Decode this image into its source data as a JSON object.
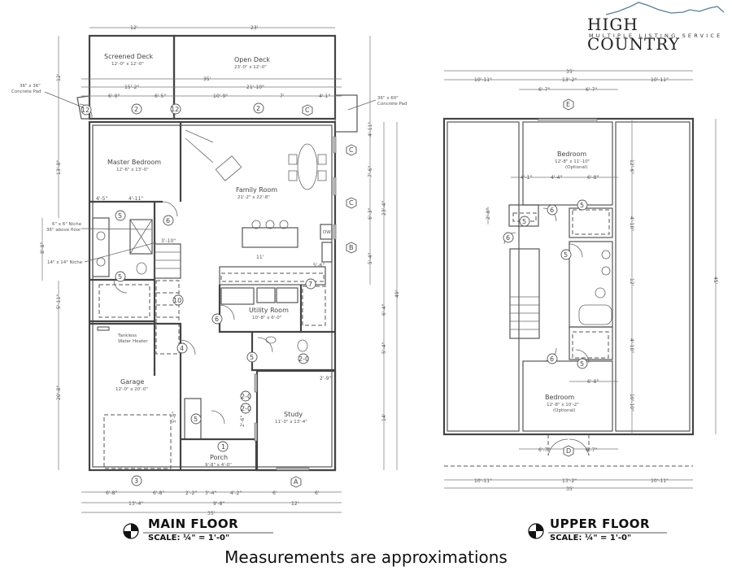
{
  "logo": {
    "title": "HIGH COUNTRY",
    "subtitle": "MULTIPLE LISTING SERVICE"
  },
  "main_floor": {
    "title": "MAIN FLOOR",
    "scale": "SCALE: ¼\" = 1'-0\"",
    "rooms": [
      {
        "name": "Screened Deck",
        "size": "12'-0\" x 12'-0\""
      },
      {
        "name": "Open Deck",
        "size": "23'-0\" x 12'-0\""
      },
      {
        "name": "Master Bedroom",
        "size": "12'-6\" x 13'-0\""
      },
      {
        "name": "Family Room",
        "size": "21'-2\" x 22'-8\""
      },
      {
        "name": "Utility Room",
        "size": "10'-8\" x 6'-0\""
      },
      {
        "name": "Garage",
        "size": "12'-0\" x 20'-0\""
      },
      {
        "name": "Study",
        "size": "11'-0\" x 13'-4\""
      },
      {
        "name": "Porch",
        "size": "9'-8\" x 4'-0\""
      }
    ],
    "notes": {
      "pad_left_1": "36\" x 36\"",
      "pad_left_2": "Concrete Pad",
      "pad_right_1": "36\" x 60\"",
      "pad_right_2": "Concrete Pad",
      "niche1_1": "6\" x 6\" Niche",
      "niche1_2": "36\" above floor",
      "niche2": "14\" x 14\" Niche",
      "heater_1": "Tankless",
      "heater_2": "Water Heater",
      "dw": "DW"
    },
    "dimensions": {
      "top_left": "12'",
      "top_right": "23'",
      "overall_35": "35'",
      "deck_a": "15'-2\"",
      "deck_b": "21'-10\"",
      "seg_1": "6'-9\"",
      "seg_2": "6'-5\"",
      "seg_3": "10'-9\"",
      "seg_4": "7'",
      "seg_5": "4'-1\"",
      "bed_a": "4'-5\"",
      "bed_b": "4'-11\"",
      "stair_w": "3'-10\"",
      "island": "11'",
      "kitchen_w": "5'-6\"",
      "study_off": "2'-9\"",
      "porch_v": "5'-8\"",
      "porch_v2": "2'-6\"",
      "left_12": "12'",
      "left_13_8": "13'-8\"",
      "left_8_8": "8'-8\"",
      "left_5_11": "5'-11\"",
      "left_20_8": "20'-8\"",
      "right_4_11": "4'-11\"",
      "right_7_6": "7'-6\"",
      "right_6_3": "6'-3\"",
      "right_5_4": "5'-4\"",
      "right_23_4": "23'-4\"",
      "right_6_4": "6'-4\"",
      "right_5_4b": "5'-4\"",
      "right_14": "14'",
      "right_49": "49'",
      "bot_1": "6'-8\"",
      "bot_2": "6'-8\"",
      "bot_3": "2'-2\"",
      "bot_4": "3'-4\"",
      "bot_5": "4'-2\"",
      "bot_6": "6'",
      "bot_7": "6'",
      "bot_8": "13'-4\"",
      "bot_9": "9'-8\"",
      "bot_10": "12'",
      "bot_11": "35'"
    },
    "tags": {
      "t12a": "12",
      "t2a": "2",
      "t12b": "12",
      "t2b": "2",
      "tC1": "C",
      "tC2": "C",
      "tC3": "C",
      "tB": "B",
      "t5a": "5",
      "t6a": "6",
      "t5b": "5",
      "t10": "10",
      "t4": "4",
      "t6b": "6",
      "t7": "7",
      "t5c": "5",
      "t20a": "2-0",
      "t20b": "2-0",
      "t20c": "2-0",
      "t5d": "5",
      "t1": "1",
      "t3": "3",
      "tA": "A"
    }
  },
  "upper_floor": {
    "title": "UPPER FLOOR",
    "scale": "SCALE: ¼\" = 1'-0\"",
    "rooms": [
      {
        "name": "Bedroom",
        "size": "12'-8\" x 11'-10\"",
        "note": "(Optional)"
      },
      {
        "name": "Bedroom",
        "size": "12'-8\" x 10'-2\"",
        "note": "(Optional)"
      }
    ],
    "dimensions": {
      "top_35": "35'",
      "top_l": "10'-11\"",
      "top_m": "13'-2\"",
      "top_r": "10'-11\"",
      "top_a": "6'-7\"",
      "top_b": "6'-7\"",
      "in_a": "4'-1\"",
      "in_b": "4'-4\"",
      "in_c": "6'-8\"",
      "closet": "2'-8\"",
      "low_c": "6'-8\"",
      "r_1": "12'-6\"",
      "r_2": "4'-10\"",
      "r_3": "12'",
      "r_4": "4'-10\"",
      "r_5": "10'-10\"",
      "r_45": "45'",
      "bot_a": "6'-7\"",
      "bot_b": "6'-7\"",
      "bot_l": "10'-11\"",
      "bot_m": "13'-2\"",
      "bot_r": "10'-11\"",
      "bot_35": "35'"
    },
    "tags": {
      "tE": "E",
      "tD": "D",
      "t6a": "6",
      "t5a": "5",
      "t5b": "5",
      "t6b": "6",
      "t5c": "5",
      "t6c": "6",
      "t5d": "5"
    }
  },
  "footer": {
    "disclaimer": "Measurements are approximations"
  }
}
